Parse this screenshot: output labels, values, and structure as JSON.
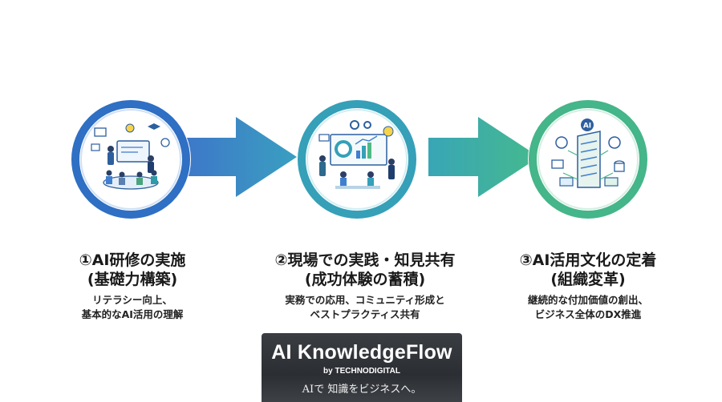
{
  "steps": [
    {
      "title_line1": "①AI研修の実施",
      "title_line2": "(基礎力構築)",
      "desc_line1": "リテラシー向上、",
      "desc_line2": "基本的なAI活用の理解",
      "color": "#3f7fcf"
    },
    {
      "title_line1": "②現場での実践・知見共有",
      "title_line2": "(成功体験の蓄積)",
      "desc_line1": "実務での応用、コミュニティ形成と",
      "desc_line2": "ベストプラクティス共有",
      "color": "#3aa6b9"
    },
    {
      "title_line1": "③AI活用文化の定着",
      "title_line2": "(組織変革)",
      "desc_line1": "継続的な付加価値の創出、",
      "desc_line2": "ビジネス全体のDX推進",
      "color": "#4dbb86"
    }
  ],
  "icon_labels": {
    "ai_badge": "AI"
  },
  "brand": {
    "name": "AI KnowledgeFlow",
    "by": "by TECHNODIGITAL",
    "tagline": "AIで 知識をビジネスへ。"
  }
}
